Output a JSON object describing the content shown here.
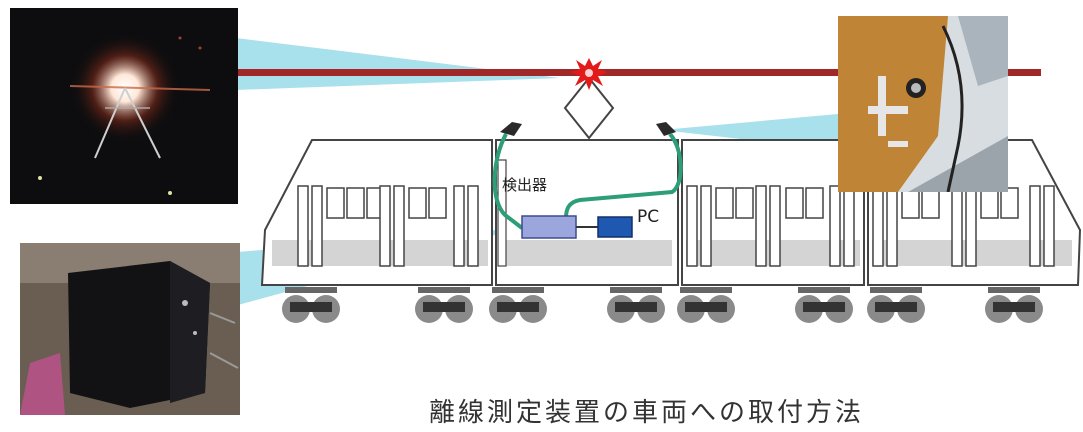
{
  "diagram": {
    "caption": "離線測定装置の車両への取付方法",
    "labels": {
      "detector": "検出器",
      "pc": "PC"
    }
  },
  "colors": {
    "wire": "#a02828",
    "beam": "#a8e0ec",
    "cable": "#2e9e78",
    "detector_box": "#9aa6dc",
    "pc_box": "#1f58b0",
    "car_outline": "#444444",
    "car_shade": "#d4d4d4",
    "wheel": "#8a8a8a",
    "spark": "#e21a1a"
  },
  "photos": {
    "top_left": "arc spark at pantograph at night",
    "bottom_left": "black detector housing",
    "top_right": "sensor mounted on roof"
  }
}
